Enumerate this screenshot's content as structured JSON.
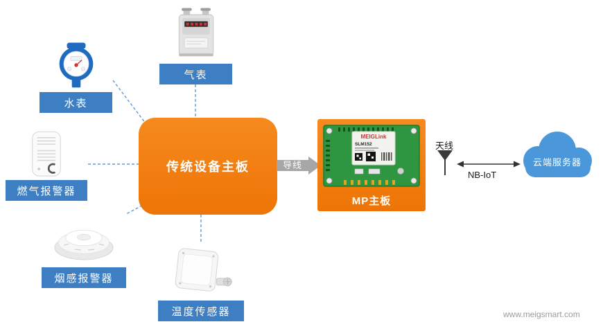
{
  "diagram": {
    "devices": [
      {
        "name": "water-meter",
        "label": "水表"
      },
      {
        "name": "gas-meter",
        "label": "气表"
      },
      {
        "name": "gas-alarm",
        "label": "燃气报警器"
      },
      {
        "name": "smoke-alarm",
        "label": "烟感报警器"
      },
      {
        "name": "temperature-sensor",
        "label": "温度传感器"
      }
    ],
    "legacy_board": {
      "label": "传统设备主板"
    },
    "wire": {
      "label": "导线"
    },
    "mp_board": {
      "label": "MP主板",
      "pcb": {
        "brand": "MEIGLink",
        "model": "SLM152"
      }
    },
    "antenna": {
      "label": "天线"
    },
    "link": {
      "label": "NB-IoT"
    },
    "cloud": {
      "label": "云端服务器"
    },
    "watermark": "www.meigsmart.com"
  },
  "colors": {
    "label_blue": "#3e7ec2",
    "orange": "#f07d12",
    "cloud_blue": "#4a97d9",
    "connector_blue": "#5b9bd5",
    "wire_gray": "#a6a6a6",
    "pcb_green": "#2e9640"
  }
}
